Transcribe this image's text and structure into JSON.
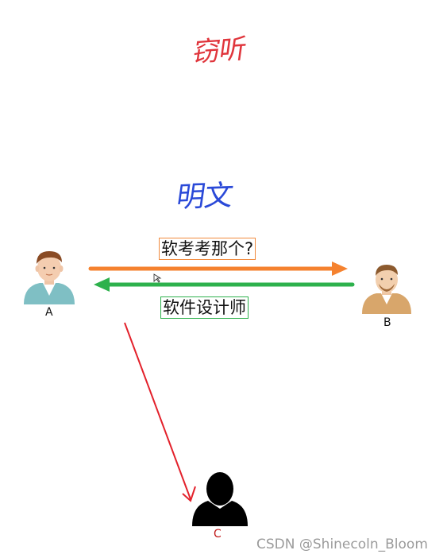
{
  "annotations": {
    "top_handwriting": "窃听",
    "mid_handwriting": "明文"
  },
  "messages": {
    "question": "软考考那个?",
    "answer": "软件设计师"
  },
  "people": {
    "a_label": "A",
    "b_label": "B",
    "c_label": "C"
  },
  "watermark": "CSDN @Shinecoln_Bloom",
  "colors": {
    "orange_arrow": "#f5822f",
    "green_arrow": "#2db14c",
    "red_arrow": "#e3212b",
    "handwriting_red": "#e0353c",
    "handwriting_blue": "#2a49d8"
  }
}
